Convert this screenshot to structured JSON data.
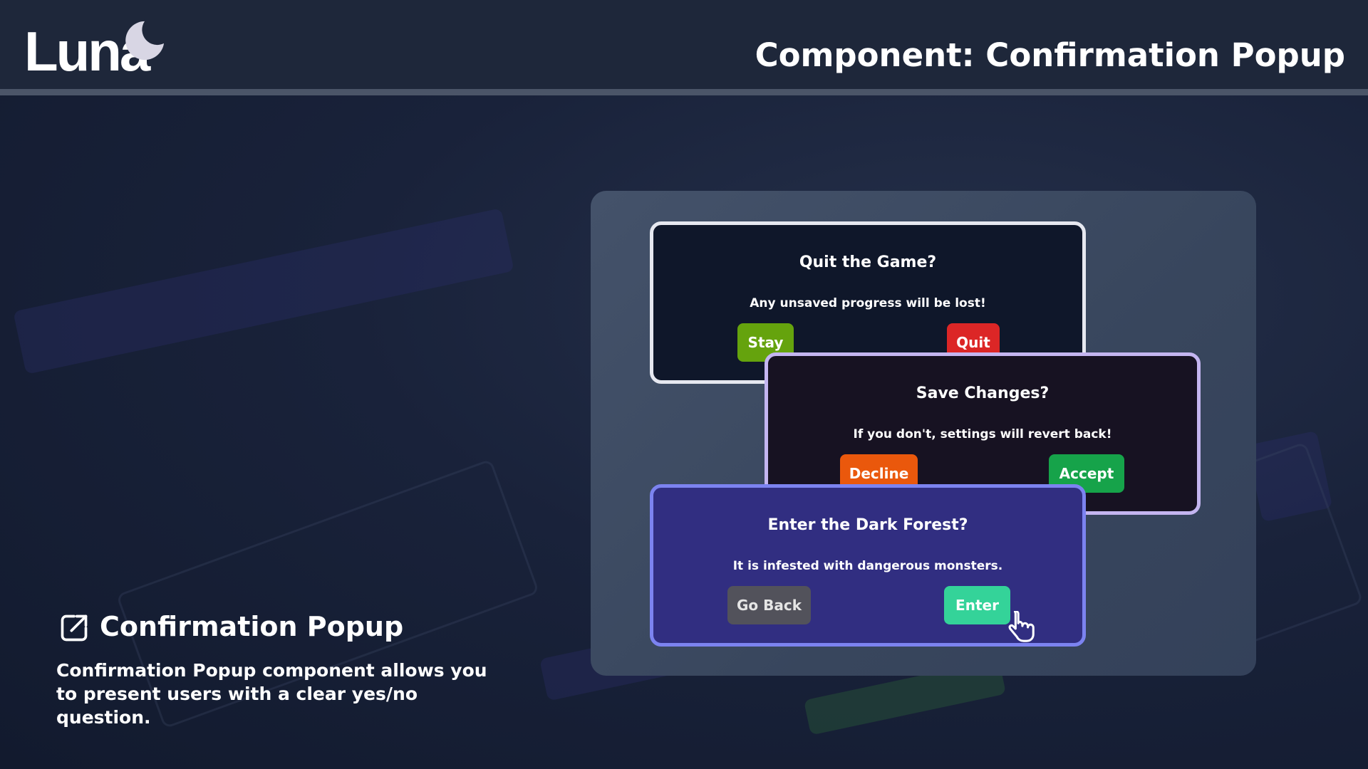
{
  "header": {
    "logo": "Luna",
    "title": "Component: Confirmation Popup"
  },
  "popups": [
    {
      "title": "Quit the Game?",
      "message": "Any unsaved progress will be lost!",
      "cancel": "Stay",
      "confirm": "Quit",
      "colors": {
        "cancel": "#65a30d",
        "confirm": "#dc2626"
      }
    },
    {
      "title": "Save Changes?",
      "message": "If you don't, settings will revert back!",
      "cancel": "Decline",
      "confirm": "Accept",
      "colors": {
        "cancel": "#ea580c",
        "confirm": "#16a34a"
      }
    },
    {
      "title": "Enter the Dark Forest?",
      "message": "It is infested with dangerous monsters.",
      "cancel": "Go Back",
      "confirm": "Enter",
      "colors": {
        "cancel": "#52525b",
        "confirm": "#34d399"
      }
    }
  ],
  "section": {
    "title": "Confirmation Popup",
    "description": "Confirmation Popup component allows you to present users with a clear yes/no question."
  }
}
